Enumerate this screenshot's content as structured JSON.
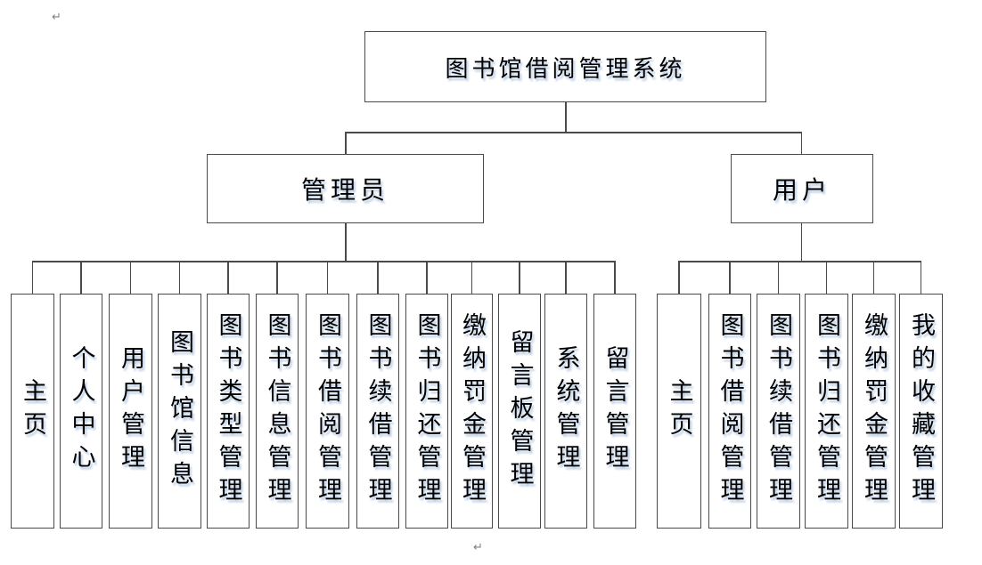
{
  "diagram": {
    "root": {
      "label": "图书馆借阅管理系统"
    },
    "branches": [
      {
        "label": "管理员",
        "children": [
          {
            "label": "主页"
          },
          {
            "label": "个人中心"
          },
          {
            "label": "用户管理"
          },
          {
            "label": "图书馆信息"
          },
          {
            "label": "图书类型管理"
          },
          {
            "label": "图书信息管理"
          },
          {
            "label": "图书借阅管理"
          },
          {
            "label": "图书续借管理"
          },
          {
            "label": "图书归还管理"
          },
          {
            "label": "缴纳罚金管理"
          },
          {
            "label": "留言板管理"
          },
          {
            "label": "系统管理"
          },
          {
            "label": "留言管理"
          }
        ]
      },
      {
        "label": "用户",
        "children": [
          {
            "label": "主页"
          },
          {
            "label": "图书借阅管理"
          },
          {
            "label": "图书续借管理"
          },
          {
            "label": "图书归还管理"
          },
          {
            "label": "缴纳罚金管理"
          },
          {
            "label": "我的收藏管理"
          }
        ]
      }
    ]
  },
  "marks": {
    "paragraph_mark_top": "↵",
    "paragraph_mark_bottom": "↵"
  },
  "colors": {
    "line": "#4a4a4a",
    "background": "#ffffff",
    "text": "#000000",
    "text_shadow": "#a8c1e0",
    "mark": "#7f7f7f"
  }
}
